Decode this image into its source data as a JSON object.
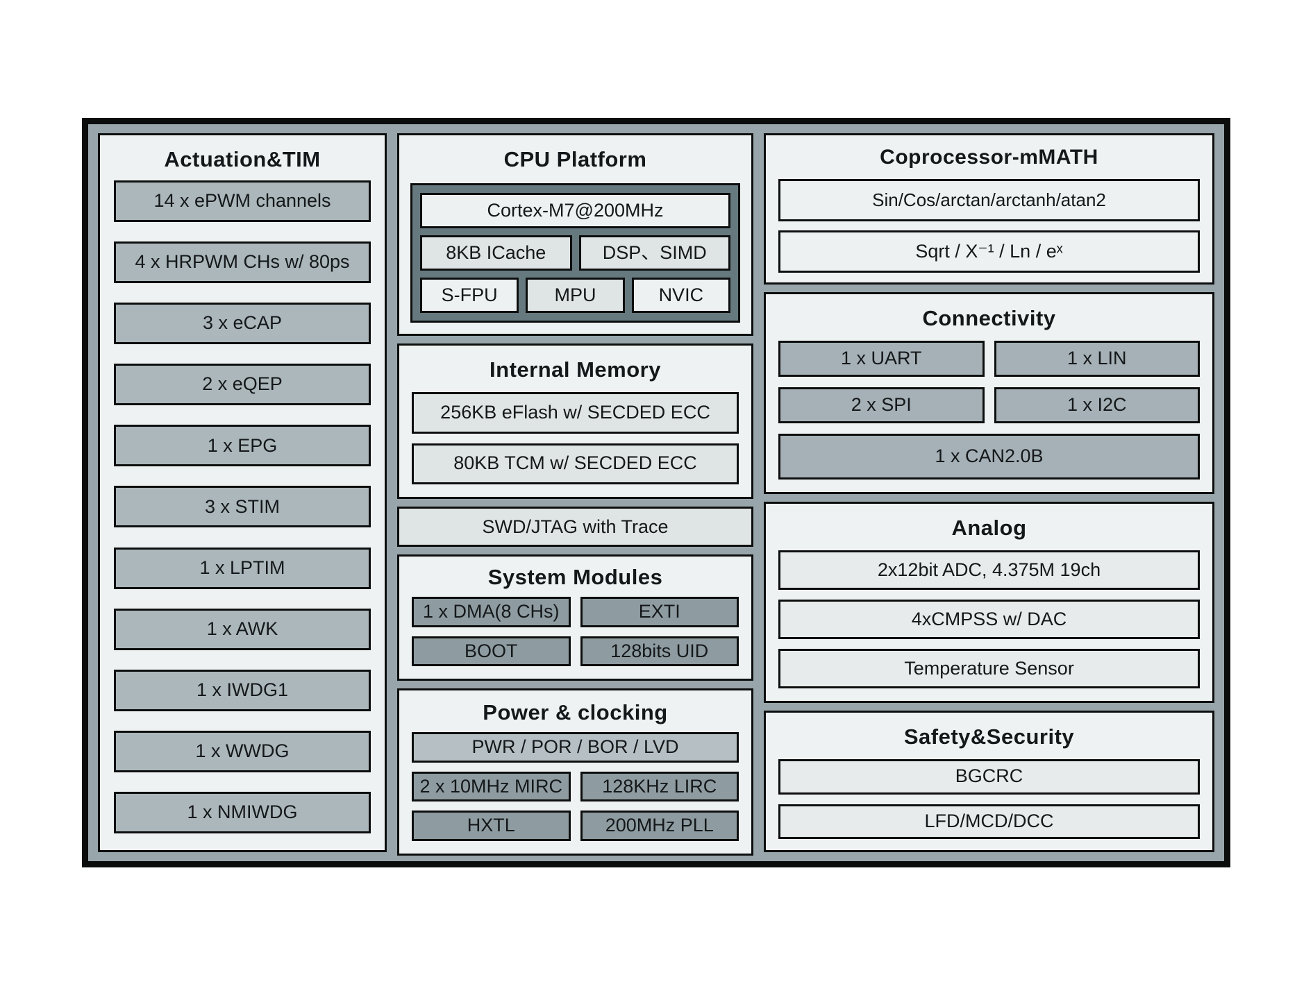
{
  "colors": {
    "frame_background": "#98a6ab",
    "panel_background": "#eff2f3",
    "border_black": "#0d0e0e",
    "item_medium_gray": "#abb7bb",
    "item_dark_gray": "#8e9ca1",
    "item_light_gray": "#dfe4e5",
    "item_near_white": "#eef1f2",
    "cpu_core_background": "#66797f",
    "power_bar_gray": "#b6c0c4"
  },
  "actuation": {
    "title": "Actuation&TIM",
    "items": [
      "14 x ePWM channels",
      "4 x HRPWM CHs w/ 80ps",
      "3 x eCAP",
      "2 x eQEP",
      "1 x EPG",
      "3 x STIM",
      "1 x LPTIM",
      "1 x AWK",
      "1 x IWDG1",
      "1 x WWDG",
      "1 x NMIWDG"
    ]
  },
  "cpu": {
    "title": "CPU Platform",
    "core": "Cortex-M7@200MHz",
    "icache": "8KB ICache",
    "dsp": "DSP、SIMD",
    "fpu": "S-FPU",
    "mpu": "MPU",
    "nvic": "NVIC"
  },
  "memory": {
    "title": "Internal Memory",
    "items": [
      "256KB eFlash w/ SECDED ECC",
      "80KB TCM w/ SECDED ECC"
    ]
  },
  "debug": {
    "label": "SWD/JTAG with Trace"
  },
  "system": {
    "title": "System Modules",
    "rows": [
      [
        "1 x DMA(8 CHs)",
        "EXTI"
      ],
      [
        "BOOT",
        "128bits UID"
      ]
    ]
  },
  "power": {
    "title": "Power & clocking",
    "bar": "PWR / POR / BOR / LVD",
    "rows": [
      [
        "2 x 10MHz MIRC",
        "128KHz LIRC"
      ],
      [
        "HXTL",
        "200MHz PLL"
      ]
    ]
  },
  "coprocessor": {
    "title": "Coprocessor-mMATH",
    "items": [
      "Sin/Cos/arctan/arctanh/atan2",
      "Sqrt / X⁻¹ / Ln / eˣ"
    ]
  },
  "connectivity": {
    "title": "Connectivity",
    "rows": [
      [
        "1 x UART",
        "1 x LIN"
      ],
      [
        "2 x SPI",
        "1 x I2C"
      ]
    ],
    "bar": "1 x CAN2.0B"
  },
  "analog": {
    "title": "Analog",
    "items": [
      "2x12bit ADC, 4.375M 19ch",
      "4xCMPSS w/ DAC",
      "Temperature Sensor"
    ]
  },
  "safety": {
    "title": "Safety&Security",
    "items": [
      "BGCRC",
      "LFD/MCD/DCC"
    ]
  }
}
